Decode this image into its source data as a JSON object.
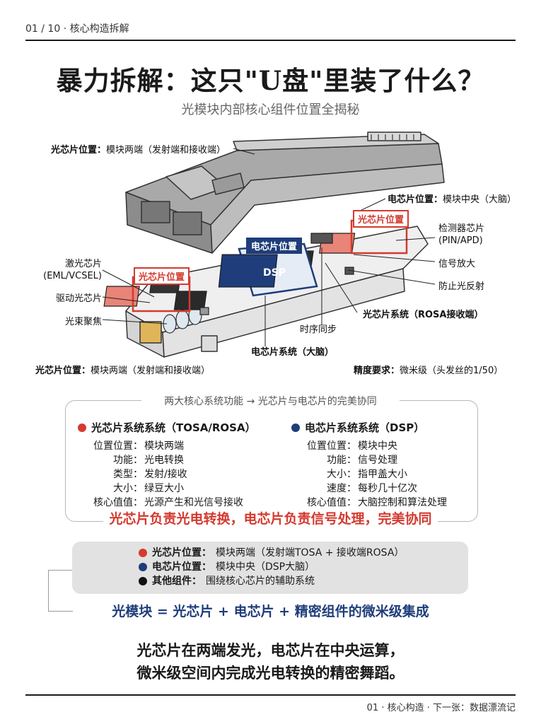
{
  "header": {
    "page": "01 / 10 · 核心构造拆解"
  },
  "title": "暴力拆解：这只\"U盘\"里装了什么？",
  "subtitle": "光模块内部核心组件位置全揭秘",
  "diagram": {
    "labels": {
      "optical_pos_top": "光芯片位置：",
      "optical_pos_top_val": "模块两端（发射端和接收端）",
      "electrical_pos_right": "电芯片位置：",
      "electrical_pos_right_val": "模块中央（大脑）",
      "optical_tag": "光芯片位置",
      "electrical_tag": "电芯片位置",
      "dsp_chip": "DSP",
      "detector": "检测器芯片\n(PIN/APD)",
      "detector_l1": "检测器芯片",
      "detector_l2": "(PIN/APD)",
      "amplify": "信号放大",
      "anti_reflect": "防止光反射",
      "rosa": "光芯片系统（ROSA接收端）",
      "laser_l1": "激光芯片",
      "laser_l2": "(EML/VCSEL)",
      "driver": "驱动光芯片",
      "focus": "光束聚焦",
      "timing": "时序同步",
      "electrical_system": "电芯片系统（大脑）",
      "optical_pos_bottom": "光芯片位置：",
      "optical_pos_bottom_val": "模块两端（发射端和接收端）",
      "precision": "精度要求：",
      "precision_val": "微米级（头发丝的1/50）"
    }
  },
  "functions": {
    "section_title": "两大核心系统功能 → 光芯片与电芯片的完美协同",
    "left": {
      "heading": "光芯片系统系统（TOSA/ROSA）",
      "color": "#d43a2f",
      "rows": [
        {
          "k": "位置位置：",
          "v": "模块两端"
        },
        {
          "k": "功能：",
          "v": "光电转换"
        },
        {
          "k": "类型：",
          "v": "发射/接收"
        },
        {
          "k": "大小：",
          "v": "绿豆大小"
        },
        {
          "k": "核心值值：",
          "v": "光源产生和光信号接收"
        }
      ]
    },
    "right": {
      "heading": "电芯片系统系统（DSP）",
      "color": "#1f3d7a",
      "rows": [
        {
          "k": "位置位置：",
          "v": "模块中央"
        },
        {
          "k": "功能：",
          "v": "信号处理"
        },
        {
          "k": "大小：",
          "v": "指甲盖大小"
        },
        {
          "k": "速度：",
          "v": "每秒几十亿次"
        },
        {
          "k": "核心值值：",
          "v": "大脑控制和算法处理"
        }
      ]
    },
    "summary_red": "光芯片负责光电转换，电芯片负责信号处理，完美协同"
  },
  "summary": {
    "lines": [
      {
        "label": "光芯片位置：",
        "text": "模块两端（发射端TOSA + 接收端ROSA）",
        "color": "#d43a2f"
      },
      {
        "label": "电芯片位置：",
        "text": "模块中央（DSP大脑）",
        "color": "#1f3d7a"
      },
      {
        "label": "其他组件：",
        "text": "围绕核心芯片的辅助系统",
        "color": "#111111"
      }
    ],
    "formula": "光模块 = 光芯片 + 电芯片 + 精密组件的微米级集成"
  },
  "closing": {
    "line1": "光芯片在两端发光，电芯片在中央运算，",
    "line2": "微米级空间内完成光电转换的精密舞蹈。"
  },
  "footer": {
    "text": "01 · 核心构造 · 下一张：数据漂流记"
  }
}
